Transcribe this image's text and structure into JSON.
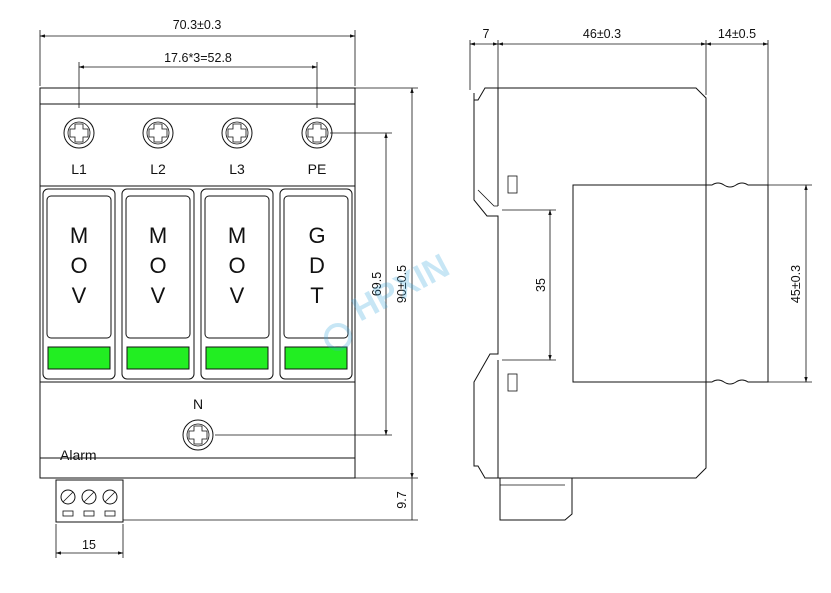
{
  "front_view": {
    "dimensions": {
      "overall_width": "70.3±0.3",
      "terminal_pitch": "17.6*3=52.8",
      "terminal_span_height": "69.5",
      "overall_height": "90±0.5",
      "alarm_terminal_height": "9.7",
      "alarm_terminal_width": "15"
    },
    "terminals": [
      "L1",
      "L2",
      "L3",
      "PE"
    ],
    "neutral_label": "N",
    "alarm_label": "Alarm",
    "modules": [
      {
        "letters": [
          "M",
          "O",
          "V"
        ]
      },
      {
        "letters": [
          "M",
          "O",
          "V"
        ]
      },
      {
        "letters": [
          "M",
          "O",
          "V"
        ]
      },
      {
        "letters": [
          "G",
          "D",
          "T"
        ]
      }
    ],
    "indicator_color": "#22ee22"
  },
  "side_view": {
    "dimensions": {
      "front_depth": "7",
      "body_depth": "46±0.3",
      "rear_depth": "14±0.5",
      "rail_height": "35",
      "front_height": "45±0.3"
    }
  },
  "watermark": "HPXIN"
}
